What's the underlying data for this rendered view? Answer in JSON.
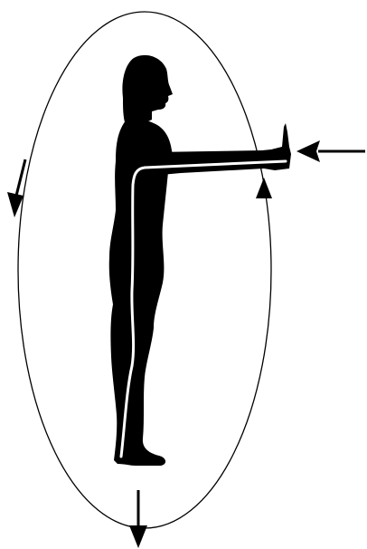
{
  "colors": {
    "ink": "#000000",
    "background": "#ffffff",
    "highlight": "#ffffff"
  },
  "diagram": {
    "elements": [
      "ellipse-loop",
      "human-silhouette",
      "white-force-path-line",
      "push-arrow-right",
      "upward-arrow-hand",
      "downward-arrow-left",
      "downward-arrow-bottom"
    ]
  }
}
